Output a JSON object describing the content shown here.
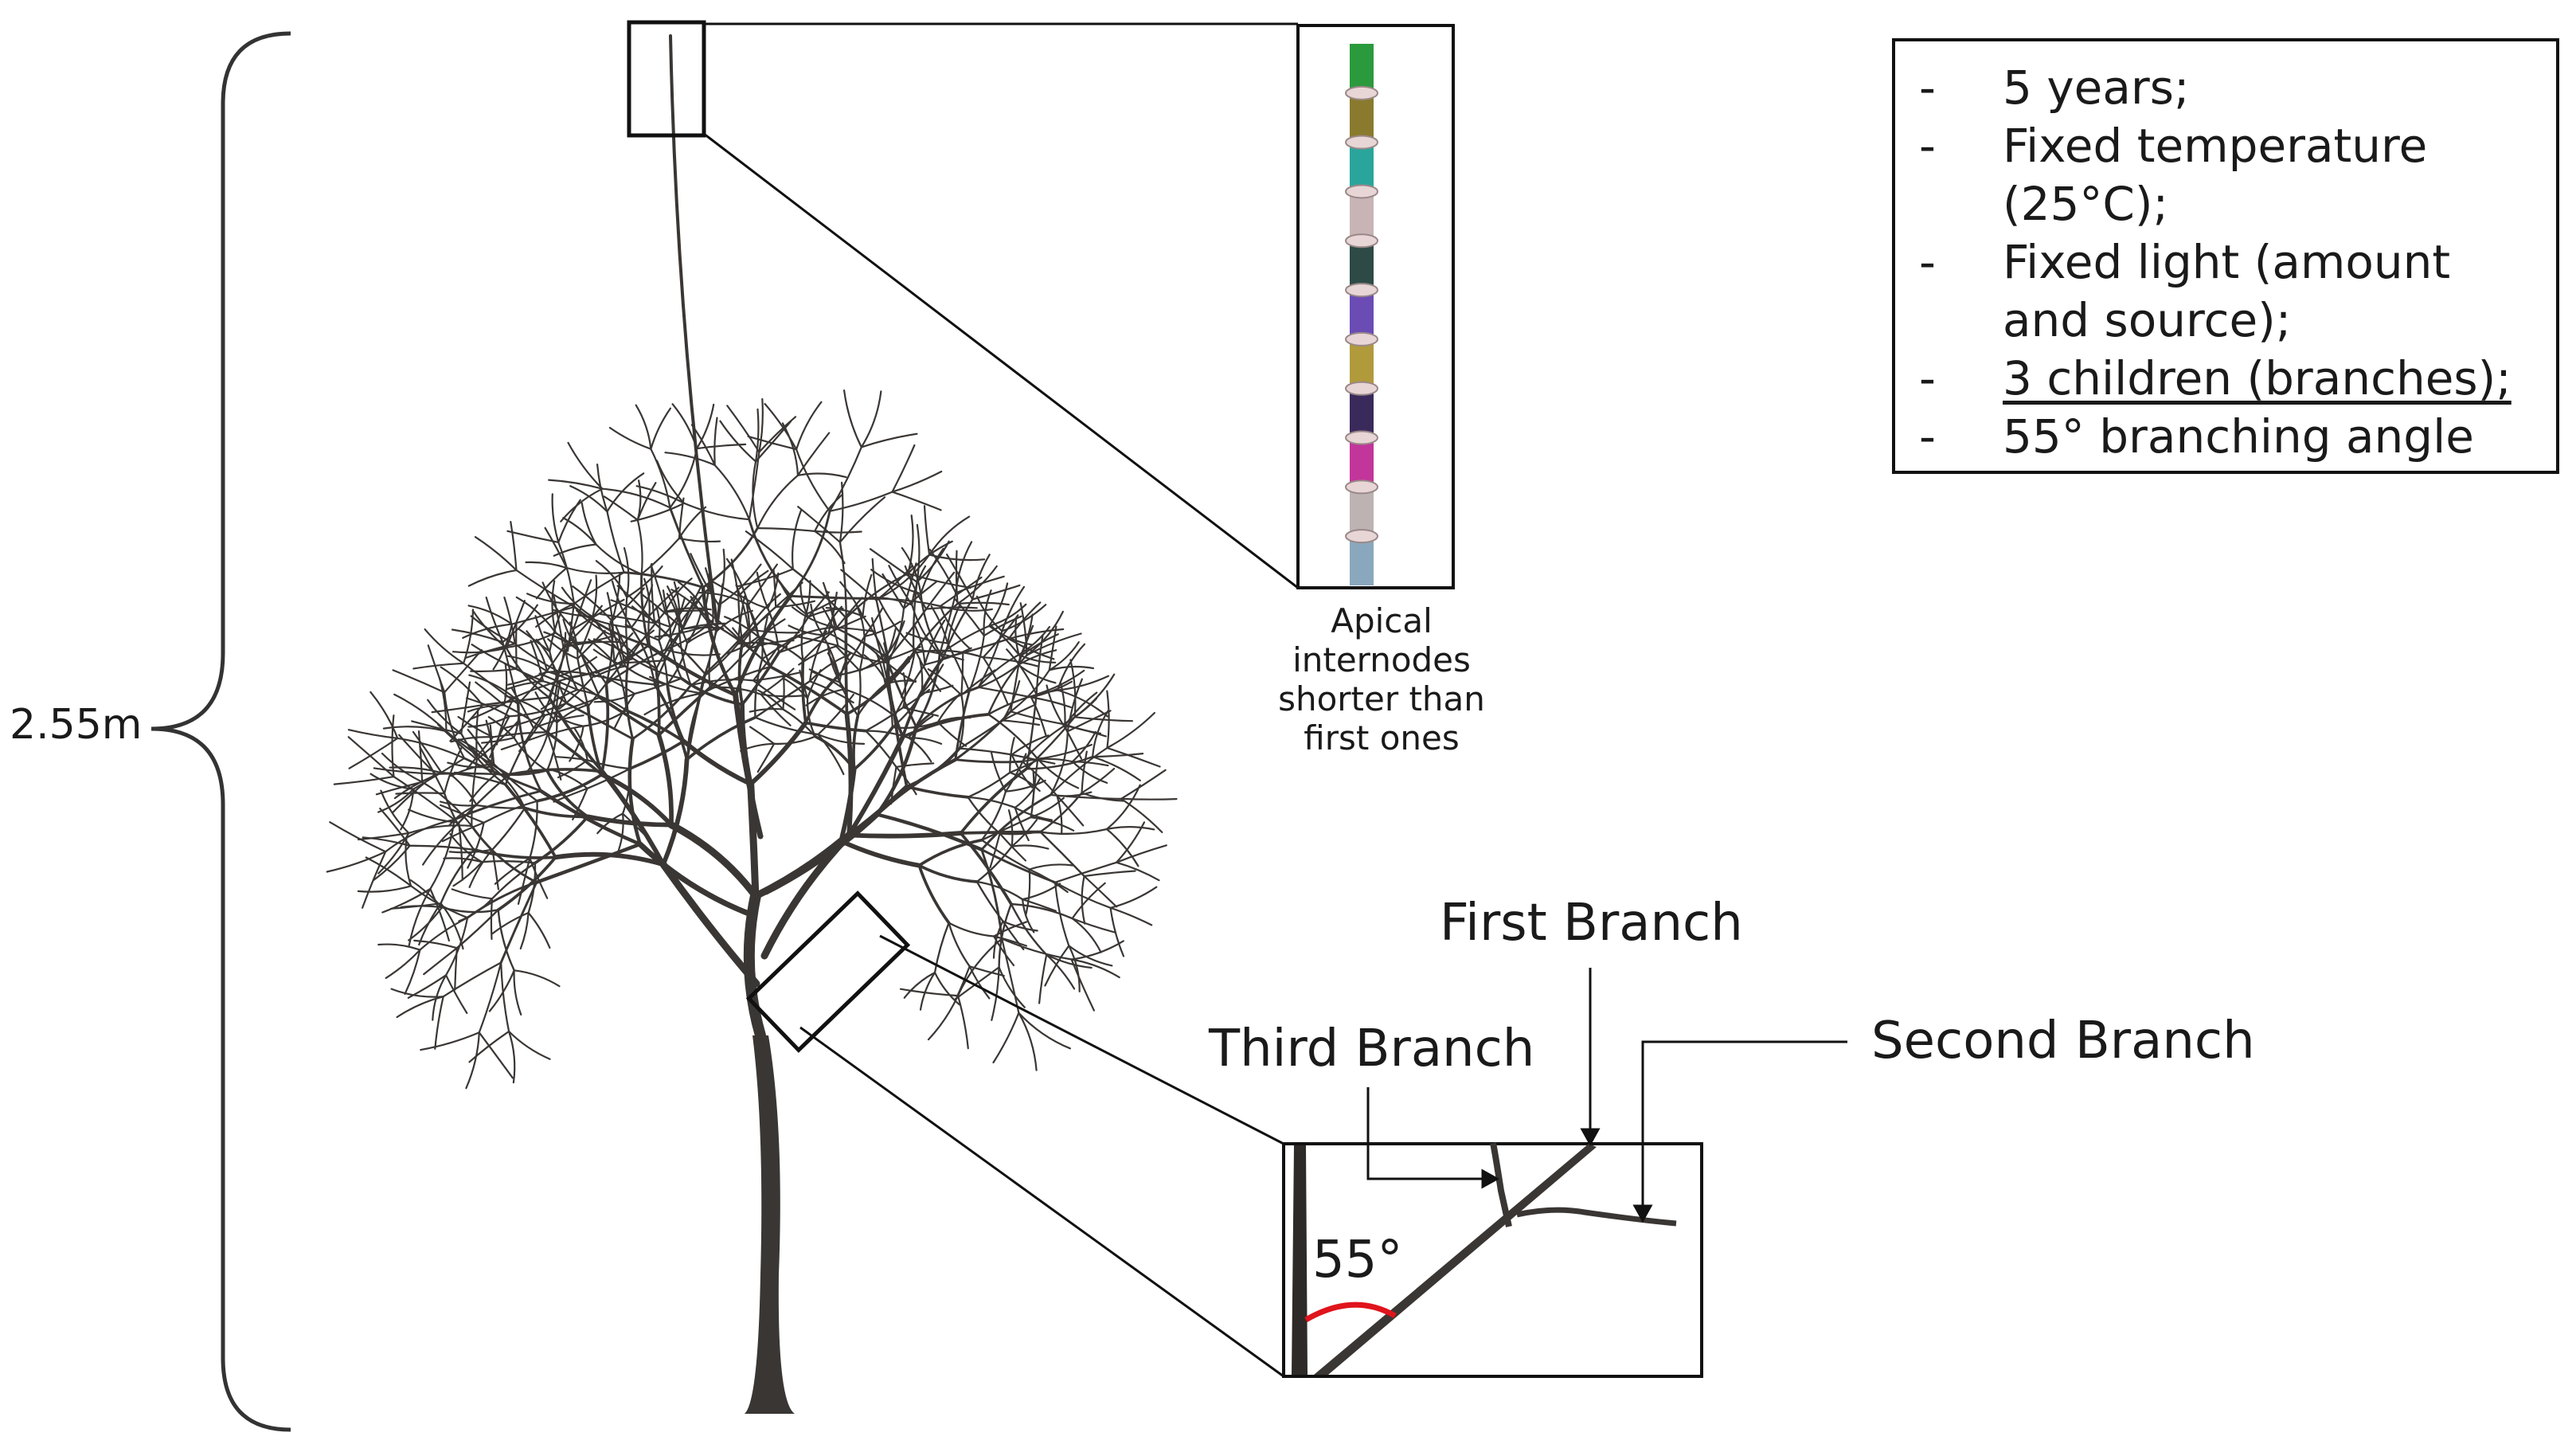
{
  "height_label": "2.55m",
  "apical_caption": [
    "Apical",
    "internodes",
    "shorter than",
    "first ones"
  ],
  "conditions": [
    {
      "dash": "-",
      "text": "5 years;",
      "underlined": false
    },
    {
      "dash": "-",
      "text": "Fixed temperature (25°C);",
      "underlined": false
    },
    {
      "dash": "-",
      "text": "Fixed light (amount and source);",
      "underlined": false
    },
    {
      "dash": "-",
      "text": "3 children (branches);",
      "underlined": true
    },
    {
      "dash": "-",
      "text": "55° branching angle",
      "underlined": false
    }
  ],
  "branch_labels": {
    "first": "First Branch",
    "second": "Second Branch",
    "third": "Third Branch"
  },
  "angle_label": "55°",
  "colors": {
    "bark": "#3a3634",
    "angle_arc": "#e0141c",
    "internodes": [
      "#2a9a3c",
      "#8a7a2e",
      "#2aa59c",
      "#c8b4b4",
      "#2e4a46",
      "#6a4cb4",
      "#b09a3c",
      "#3a2a5c",
      "#c2359a",
      "#bdb3b3",
      "#8aa8bd"
    ]
  }
}
